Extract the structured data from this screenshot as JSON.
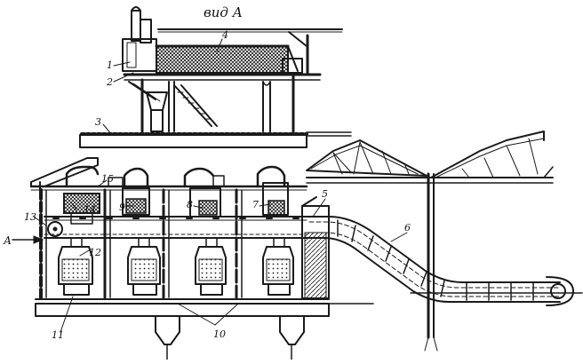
{
  "view_title": "вид А",
  "callouts": [
    "1",
    "2",
    "3",
    "4",
    "5",
    "6",
    "7",
    "8",
    "9",
    "10",
    "11",
    "12",
    "13",
    "14",
    "15"
  ],
  "view_arrow_label": "А"
}
